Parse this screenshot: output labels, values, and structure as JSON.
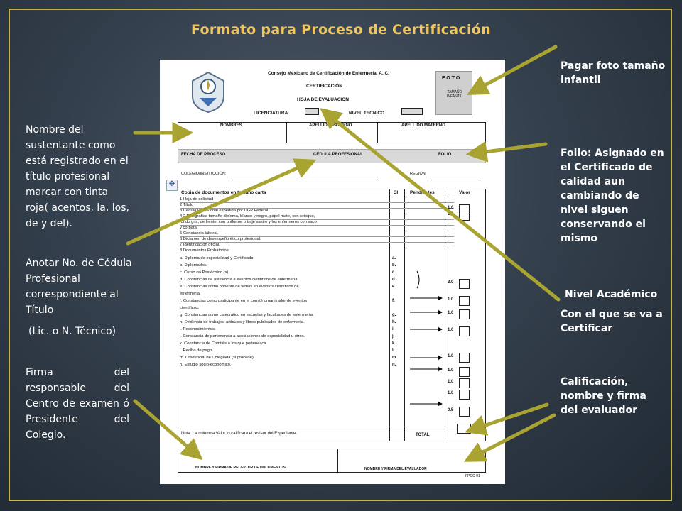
{
  "slide": {
    "title": "Formato para Proceso de Certificación",
    "notes_left": [
      "Nombre del sustentante como está registrado en el título profesional marcar con tinta roja( acentos, la, los, de y del).",
      "Anotar No. de Cédula Profesional correspondiente al Título",
      "(Lic. o N. Técnico)",
      "Firma del responsable del Centro de examen ó Presidente del Colegio."
    ],
    "notes_right": [
      "Pagar foto tamaño infantil",
      "Folio: Asignado en el Certificado de calidad aun cambiando de nivel siguen conservando el mismo",
      "Nivel Académico",
      "Con el que se va a Certificar",
      "Calificación, nombre y firma del evaluador"
    ],
    "colors": {
      "title": "#f0c75e",
      "arrow": "#a9a432",
      "frame": "#c9b44a",
      "text": "#ffffff"
    }
  },
  "form": {
    "org": "Consejo Mexicano de Certificación de Enfermería, A. C.",
    "cert": "CERTIFICACIÓN",
    "sheet": "HOJA DE EVALUACIÓN",
    "lic": "LICENCIATURA",
    "tec": "NIVEL TECNICO",
    "foto": "F O T O",
    "foto_sub": "TAMAÑO INFANTIL",
    "nombres": "NOMBRES",
    "ap_paterno": "APELLIDO PATERNO",
    "ap_materno": "APELLIDO MATERNO",
    "fecha": "FECHA DE PROCESO",
    "cedula": "CÉDULA PROFESIONAL",
    "folio": "FOLIO",
    "colegio": "COLEGIO/INSTITUCIÓN:",
    "region": "REGIÓN",
    "th_docs": "Copia de documentos en tamaño carta",
    "th_si": "SI",
    "th_pend": "Pendientes",
    "th_valor": "Valor",
    "rows": [
      "1   Hoja de solicitud",
      "2   Título",
      "3   Cédula Profesional expedida por DGP Federal.",
      "4   2 Fotografías tamaño diploma, blanco y negro, papel mate, con retoque,",
      "     fondo gris, de frente, con uniforme o traje sastre y los enfermeros con saco",
      "     y corbata.",
      "5   Constancia laboral.",
      "6   Dictamen de desempeño ético profesional.",
      "7   Identificación oficial.",
      "8   Documentos Probatorios:",
      "a.  Diploma de especialidad y Certificado.",
      "b.  Diplomados.",
      "c.  Curso (s)  Postécnico (s).",
      "d.  Constancias de asistencia a eventos científicos de enfermería.",
      "e.  Constancias como ponente de temas en eventos científicos de",
      "     enfermería.",
      "f.   Constancias como participante en el comité organizador de eventos",
      "     científicos.",
      "g.  Constancias como catedrático en escuelas y facultades de enfermería.",
      "h.  Evidencia de trabajos, artículos y libros publicados de enfermería.",
      "i.   Reconocimientos.",
      "j.   Constancia de pertenencia a asociaciones de especialidad u otros.",
      "k.  Constancia de Comités a los que pertenezca.",
      "l.   Recibo de pago.",
      "m.  Credencial de Colegiada (si procede)",
      "n.  Estudio socio-económico."
    ],
    "letters": [
      "a.",
      "b.",
      "c.",
      "d.",
      "e.",
      "f.",
      "g.",
      "h.",
      "i.",
      "j.",
      "k.",
      "l.",
      "m.",
      "n."
    ],
    "values": [
      "1.0",
      "1.0",
      "3.0",
      "1.0",
      "1.0",
      "1.0",
      "1.0",
      "1.0",
      "1.0",
      "1.0",
      "0.5"
    ],
    "nota": "Nota: La columna Valor lo calificara el revisor del Expediente.",
    "total": "TOTAL",
    "receptor": "NOMBRE Y FIRMA DE RECEPTOR DE DOCUMENTOS",
    "evaluador": "NOMBRE Y FIRMA DEL EVALUADOR",
    "code": "FPCC-01",
    "move_icon": "move-cross-icon"
  }
}
